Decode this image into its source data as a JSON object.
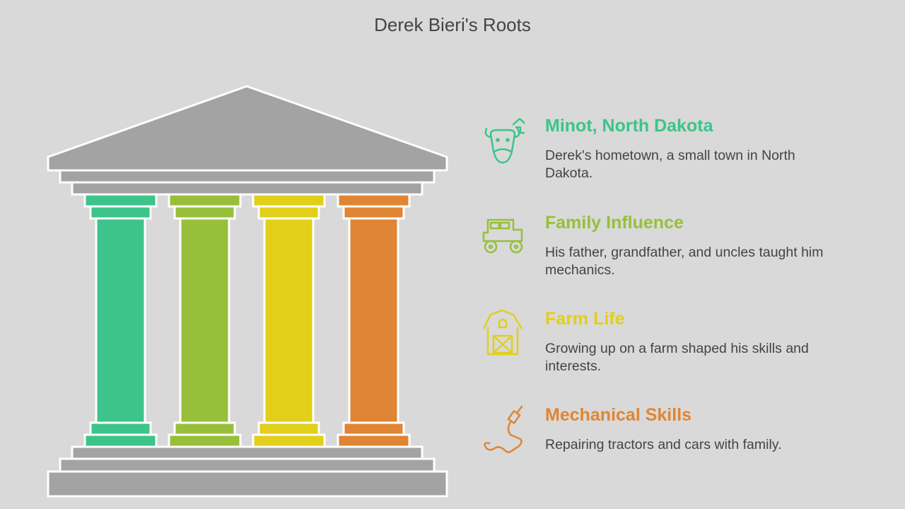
{
  "title": "Derek Bieri's Roots",
  "colors": {
    "background": "#d9d9d9",
    "stone": "#a3a3a3",
    "green": "#3cc48a",
    "lime": "#98bf3a",
    "yellow": "#e2cf1a",
    "orange": "#e08533"
  },
  "items": [
    {
      "heading": "Minot, North Dakota",
      "text": "Derek's hometown, a small town in North Dakota.",
      "color": "#3cc48a",
      "icon": "cow-home-icon"
    },
    {
      "heading": "Family Influence",
      "text": "His father, grandfather, and uncles taught him mechanics.",
      "color": "#98bf3a",
      "icon": "tractor-icon"
    },
    {
      "heading": "Farm Life",
      "text": "Growing up on a farm shaped his skills and interests.",
      "color": "#e2cf1a",
      "icon": "barn-icon"
    },
    {
      "heading": "Mechanical Skills",
      "text": "Repairing tractors and cars with family.",
      "color": "#e08533",
      "icon": "tool-cable-icon"
    }
  ]
}
